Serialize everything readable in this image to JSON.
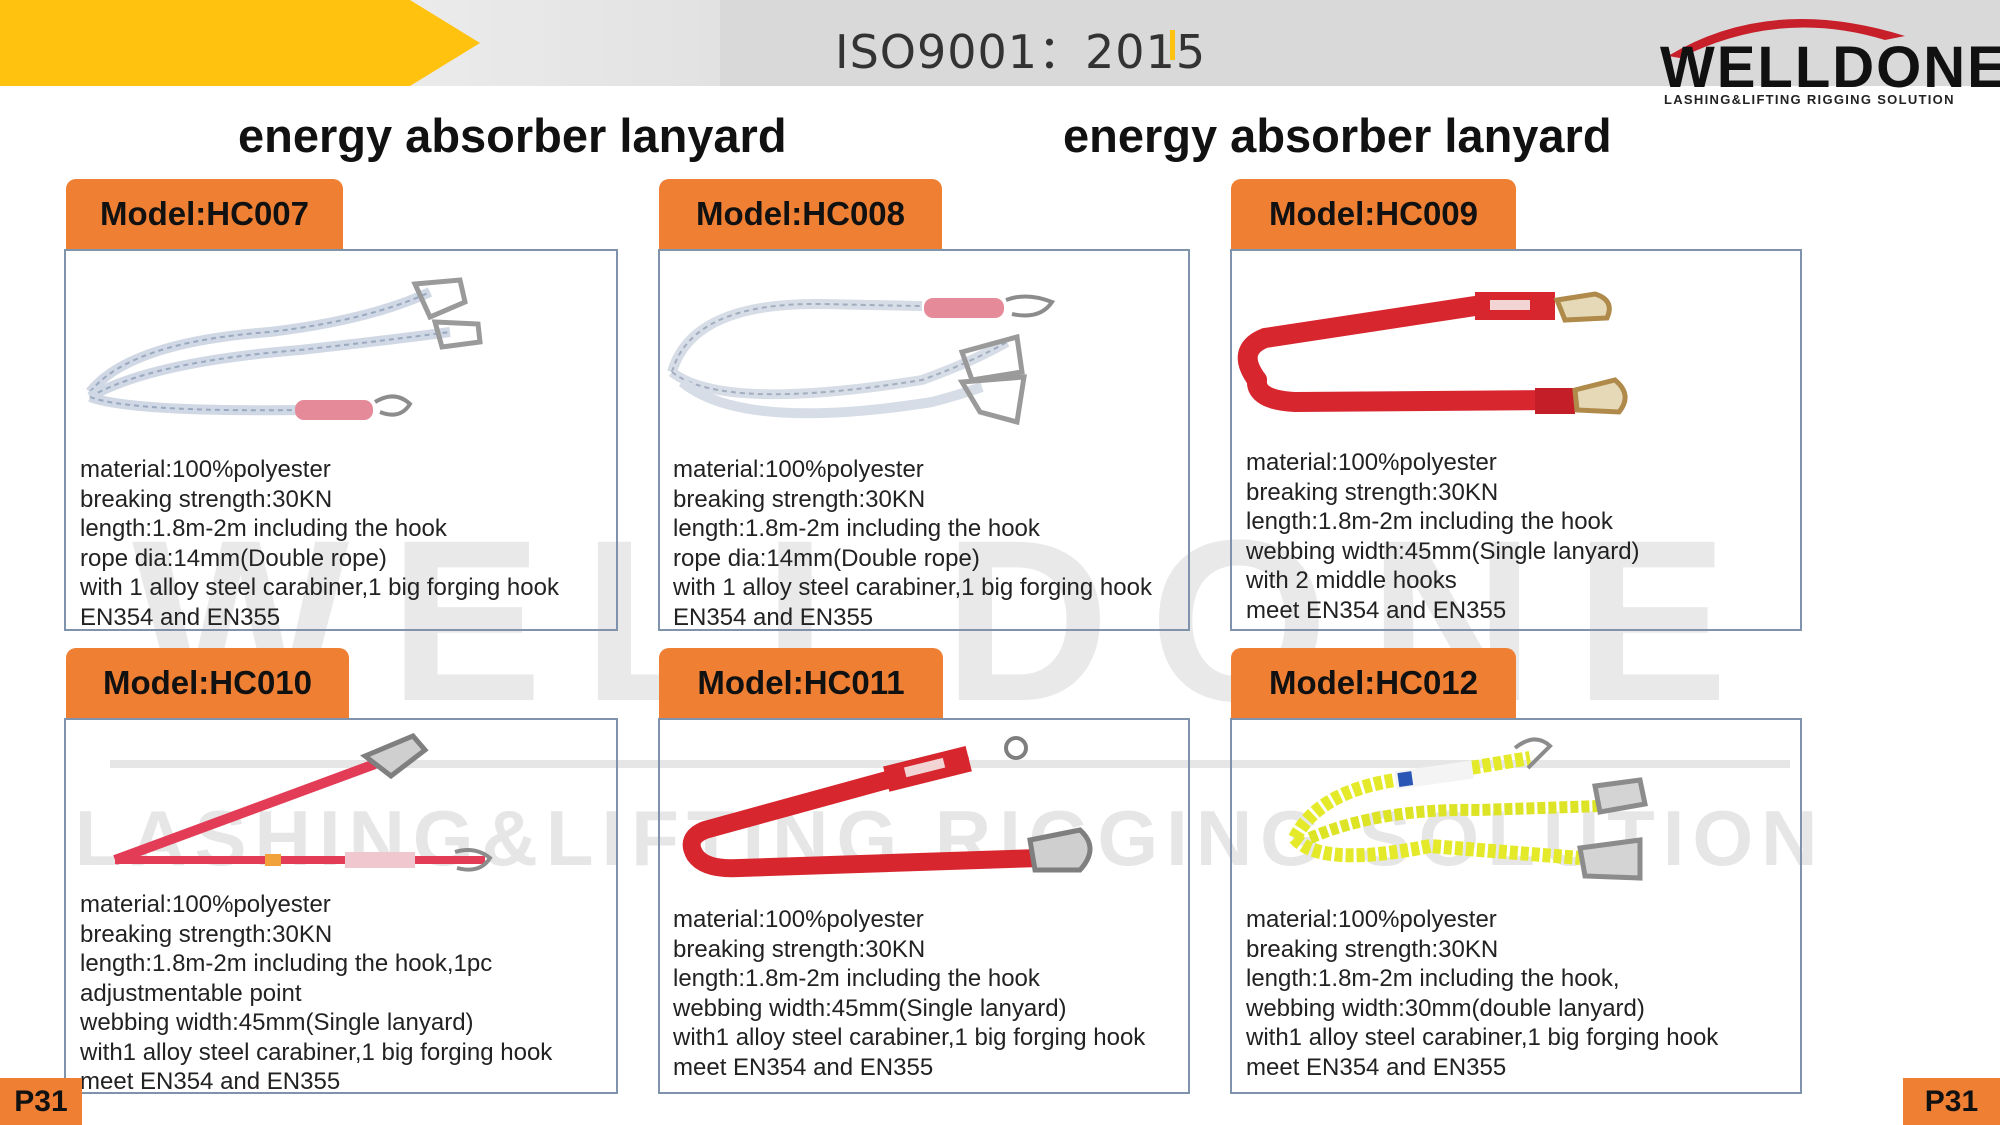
{
  "header": {
    "iso": "ISO9001：2015",
    "logo_name": "WELLDONE",
    "logo_tagline": "LASHING&LIFTING RIGGING SOLUTION"
  },
  "watermark": {
    "name": "WELLDONE",
    "tagline": "LASHING&LIFTING RIGGING SOLUTION"
  },
  "headings": {
    "left": "energy absorber lanyard",
    "right": "energy absorber lanyard"
  },
  "products": [
    {
      "model": "Model:HC007",
      "specs": [
        "material:100%polyester",
        "breaking strength:30KN",
        "length:1.8m-2m including the hook",
        "rope dia:14mm(Double rope)",
        "with 1 alloy steel carabiner,1 big forging hook",
        "EN354 and EN355"
      ]
    },
    {
      "model": "Model:HC008",
      "specs": [
        "material:100%polyester",
        "breaking strength:30KN",
        "length:1.8m-2m including the hook",
        "rope dia:14mm(Double rope)",
        "with 1 alloy steel carabiner,1 big forging hook",
        "EN354 and EN355"
      ]
    },
    {
      "model": "Model:HC009",
      "specs": [
        "material:100%polyester",
        "breaking strength:30KN",
        "length:1.8m-2m including the hook",
        "webbing width:45mm(Single lanyard)",
        "with 2 middle hooks",
        "meet EN354 and EN355"
      ]
    },
    {
      "model": "Model:HC010",
      "specs": [
        "material:100%polyester",
        "breaking strength:30KN",
        "length:1.8m-2m including the hook,1pc",
        "adjustmentable point",
        "webbing width:45mm(Single lanyard)",
        "with1 alloy steel carabiner,1 big forging hook",
        "meet EN354 and EN355"
      ]
    },
    {
      "model": "Model:HC011",
      "specs": [
        "material:100%polyester",
        "breaking strength:30KN",
        "length:1.8m-2m including the hook",
        "webbing width:45mm(Single lanyard)",
        "with1 alloy steel carabiner,1 big forging hook",
        "meet EN354 and EN355"
      ]
    },
    {
      "model": "Model:HC012",
      "specs": [
        "material:100%polyester",
        "breaking strength:30KN",
        "length:1.8m-2m including the hook,",
        "webbing width:30mm(double lanyard)",
        "with1 alloy steel carabiner,1 big forging hook",
        "meet EN354 and EN355"
      ]
    }
  ],
  "page_label": "P31",
  "colors": {
    "accent_orange": "#ef7f33",
    "header_yellow": "#ffc20e",
    "logo_red": "#c8202a",
    "card_border": "#7f93ad",
    "rope_red": "#d8262f",
    "webbing_yellow": "#e4ea2a"
  }
}
